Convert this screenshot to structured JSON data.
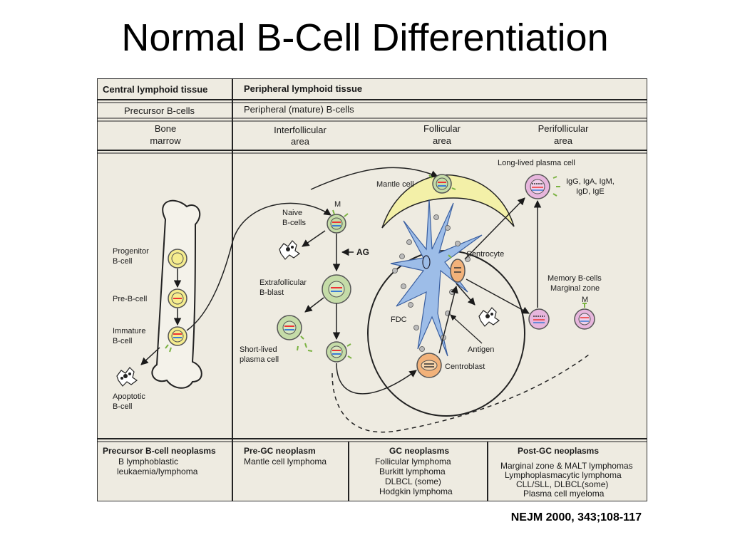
{
  "title": "Normal B-Cell Differentiation",
  "citation": "NEJM 2000, 343;108-117",
  "diagram": {
    "headers": {
      "central": "Central lymphoid tissue",
      "peripheral": "Peripheral lymphoid tissue",
      "precursor": "Precursor B-cells",
      "mature": "Peripheral (mature) B-cells"
    },
    "areas": {
      "bone_line1": "Bone",
      "bone_line2": "marrow",
      "interfollicular_line1": "Interfollicular",
      "interfollicular_line2": "area",
      "follicular_line1": "Follicular",
      "follicular_line2": "area",
      "perifollicular_line1": "Perifollicular",
      "perifollicular_line2": "area"
    },
    "labels": {
      "progenitor_line1": "Progenitor",
      "progenitor_line2": "B-cell",
      "preb": "Pre-B-cell",
      "immature_line1": "Immature",
      "immature_line2": "B-cell",
      "apoptotic_line1": "Apoptotic",
      "apoptotic_line2": "B-cell",
      "naive_line1": "Naive",
      "naive_line2": "B-cells",
      "ag": "AG",
      "extrafollicular_line1": "Extrafollicular",
      "extrafollicular_line2": "B-blast",
      "shortlived_line1": "Short-lived",
      "shortlived_line2": "plasma cell",
      "mantle": "Mantle cell",
      "fdc": "FDC",
      "centrocyte": "Centrocyte",
      "antigen": "Antigen",
      "centroblast": "Centroblast",
      "longlived": "Long-lived plasma cell",
      "ig_line1": "IgG, IgA, IgM,",
      "ig_line2": "IgD, IgE",
      "memory_line1": "Memory B-cells",
      "memory_line2": "Marginal zone",
      "m_letter": "M"
    },
    "neoplasms": [
      {
        "heading": "Precursor B-cell neoplasms",
        "lines": [
          "B lymphoblastic",
          "leukaemia/lymphoma"
        ]
      },
      {
        "heading": "Pre-GC neoplasm",
        "lines": [
          "Mantle cell lymphoma"
        ]
      },
      {
        "heading": "GC neoplasms",
        "lines": [
          "Follicular lymphoma",
          "Burkitt lymphoma",
          "DLBCL (some)",
          "Hodgkin lymphoma"
        ]
      },
      {
        "heading": "Post-GC neoplasms",
        "lines": [
          "Marginal zone & MALT lymphomas",
          "Lymphoplasmacytic lymphoma",
          "CLL/SLL, DLBCL(some)",
          "Plasma cell myeloma"
        ]
      }
    ],
    "colors": {
      "panel_bg": "#eeebe1",
      "precursor_cell": "#f6ed8e",
      "naive_cell": "#c5dca8",
      "mantle_zone": "#f3f0a8",
      "fdc": "#9dbde8",
      "centrocyte": "#f2b27a",
      "plasma_cell": "#e7b6dd",
      "receptor": "#7bb342",
      "ag_text": "#e02418"
    }
  }
}
